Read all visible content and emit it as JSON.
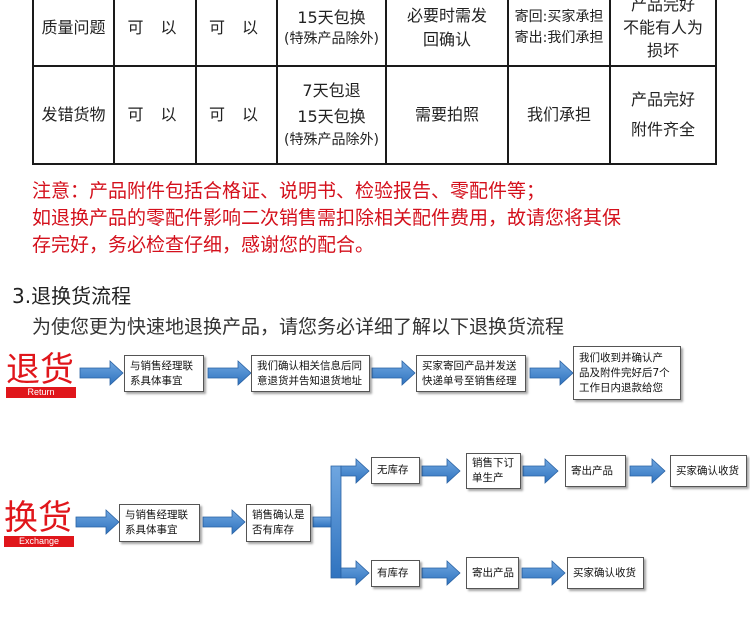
{
  "table": {
    "rows": [
      {
        "issue": "质量问题",
        "col2": "可 以",
        "col3": "可 以",
        "period_lines": [
          "15天包换",
          "(特殊产品除外)"
        ],
        "photo_lines": [
          "必要时需发",
          "回确认"
        ],
        "shipping_lines": [
          "寄回:买家承担",
          "寄出:我们承担"
        ],
        "condition_lines": [
          "产品完好",
          "不能有人为",
          "损坏"
        ]
      },
      {
        "issue": "发错货物",
        "col2": "可 以",
        "col3": "可 以",
        "period_lines": [
          "7天包退",
          "15天包换",
          "(特殊产品除外)"
        ],
        "photo_lines": [
          "需要拍照"
        ],
        "shipping_lines": [
          "我们承担"
        ],
        "condition_lines": [
          "产品完好",
          "附件齐全"
        ]
      }
    ]
  },
  "note": {
    "lines": [
      "注意：产品附件包括合格证、说明书、检验报告、零配件等；",
      "如退换产品的零配件影响二次销售需扣除相关配件费用，故请您将其保",
      "存完好，务必检查仔细，感谢您的配合。"
    ]
  },
  "section": {
    "title": "3.退换货流程",
    "subtitle": "为使您更为快速地退换产品，请您务必详细了解以下退换货流程"
  },
  "return_flow": {
    "label": "退货",
    "tag": "Return",
    "steps": [
      [
        "与销售经理联",
        "系具体事宜"
      ],
      [
        "我们确认相关信息后同",
        "意退货并告知退货地址"
      ],
      [
        "买家寄回产品并发送",
        "快递单号至销售经理"
      ],
      [
        "我们收到并确认产",
        "品及附件完好后7个",
        "工作日内退款给您"
      ]
    ]
  },
  "exchange_flow": {
    "label": "换货",
    "tag": "Exchange",
    "steps": [
      [
        "与销售经理联",
        "系具体事宜"
      ],
      [
        "销售确认是",
        "否有库存"
      ]
    ],
    "no_stock": {
      "label": "无库存",
      "steps": [
        [
          "销售下订",
          "单生产"
        ],
        [
          "寄出产品"
        ],
        [
          "买家确认收货"
        ]
      ]
    },
    "in_stock": {
      "label": "有库存",
      "steps": [
        [
          "寄出产品"
        ],
        [
          "买家确认收货"
        ]
      ]
    }
  },
  "colors": {
    "accent_red": "#e0161b",
    "note_red": "#d4101c",
    "arrow_blue": "#3f85d0"
  }
}
